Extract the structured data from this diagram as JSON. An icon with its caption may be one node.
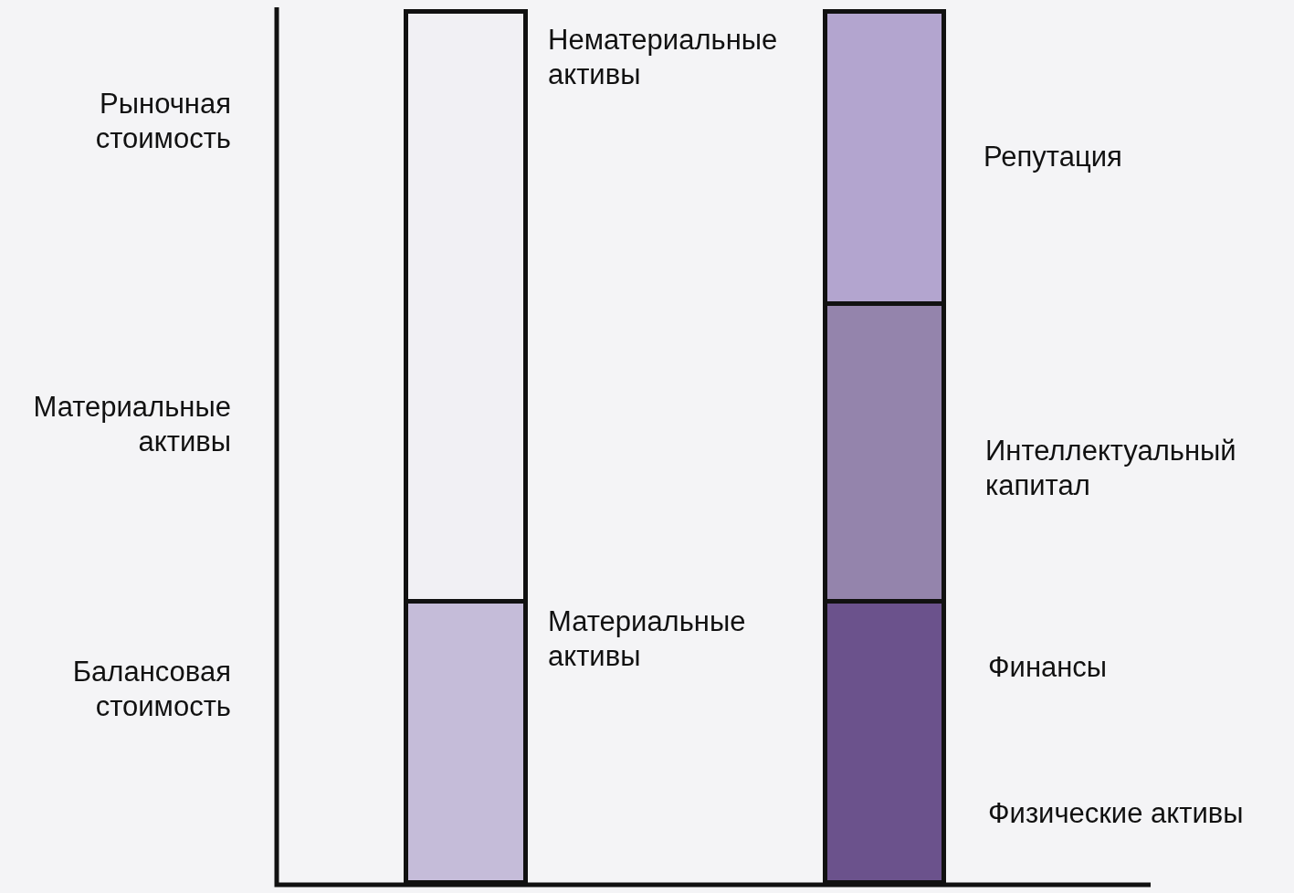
{
  "diagram": {
    "nodes": [
      {
        "text": [],
        "shape": "bar",
        "beside": [
          "Нематериальные активы"
        ]
      },
      {
        "text": [],
        "shape": "bar",
        "beside": [
          "Материальные активы"
        ]
      },
      {
        "text": [],
        "shape": "bar",
        "beside": [
          "Репутация"
        ]
      },
      {
        "text": [],
        "shape": "bar",
        "beside": [
          "Интеллектуальный капитал"
        ]
      },
      {
        "text": [],
        "shape": "bar",
        "beside": [
          "Финансы",
          "Физические активы"
        ]
      }
    ],
    "labels": [
      "Рыночная стоимость",
      "Материальные активы",
      "Балансовая стоимость"
    ]
  }
}
